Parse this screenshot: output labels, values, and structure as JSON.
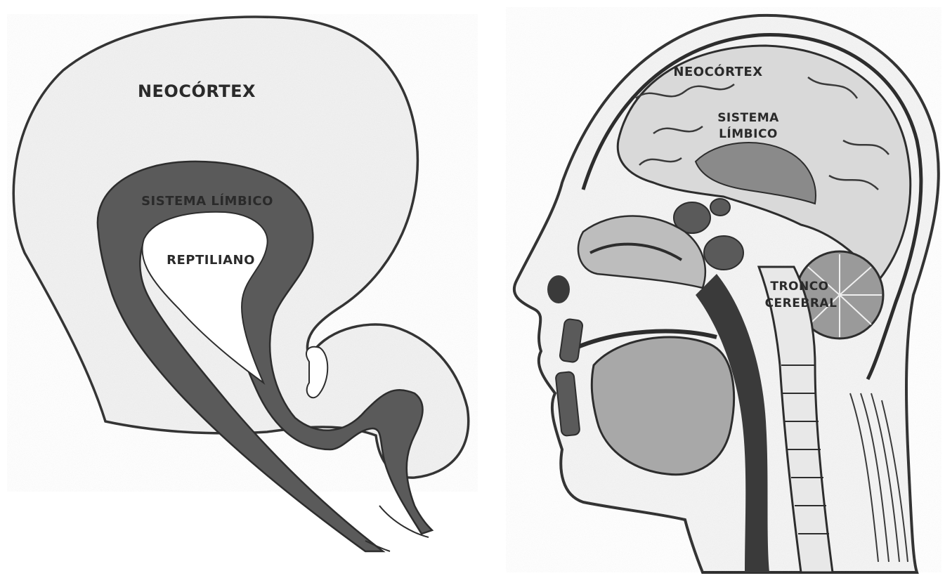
{
  "diagram": {
    "ink_color": "#2d2d2d",
    "shade_color": "#5a5a5a",
    "light_shade": "#d9d9d9",
    "left_panel": {
      "neocortex": "NEOCÓRTEX",
      "limbic": "SISTEMA LÍMBICO",
      "reptilian": "REPTILIANO"
    },
    "right_panel": {
      "neocortex": "NEOCÓRTEX",
      "limbic_line1": "SISTEMA",
      "limbic_line2": "LÍMBICO",
      "brainstem_line1": "TRONCO",
      "brainstem_line2": "CEREBRAL"
    }
  }
}
